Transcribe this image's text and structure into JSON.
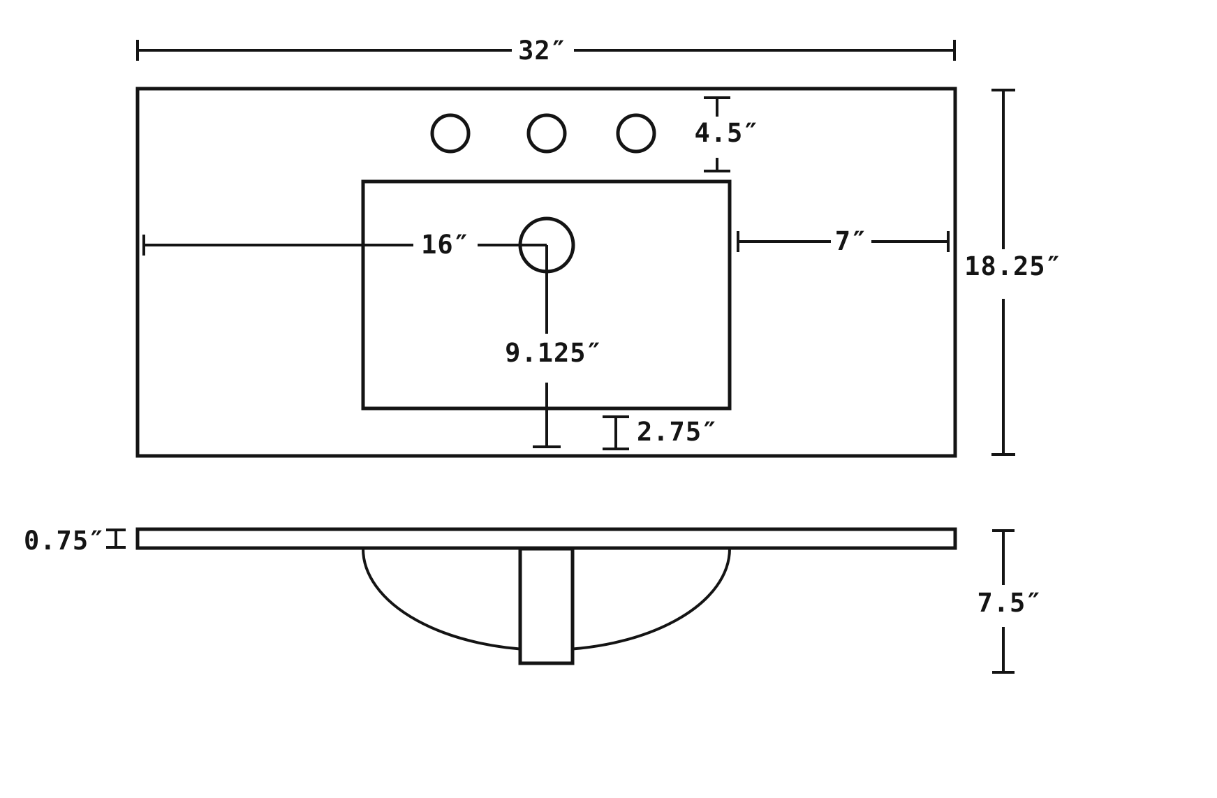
{
  "diagram": {
    "type": "technical-drawing",
    "subject": "vanity-sink-top-dimension-diagram",
    "line_color": "#141414",
    "background_color": "#ffffff",
    "labels": {
      "overall_width": "32″",
      "faucet_hole_offset": "4.5″",
      "drain_from_left": "16″",
      "bowl_to_right_edge": "7″",
      "drain_depth": "9.125″",
      "bowl_to_front_edge": "2.75″",
      "overall_depth": "18.25″",
      "slab_thickness": "0.75″",
      "front_overall_height": "7.5″"
    },
    "views": {
      "top_view": "plan view of countertop with 3 faucet holes, sink bowl cutout and drain",
      "front_view": "front elevation with slab, bowl underside and drain pipe"
    }
  }
}
